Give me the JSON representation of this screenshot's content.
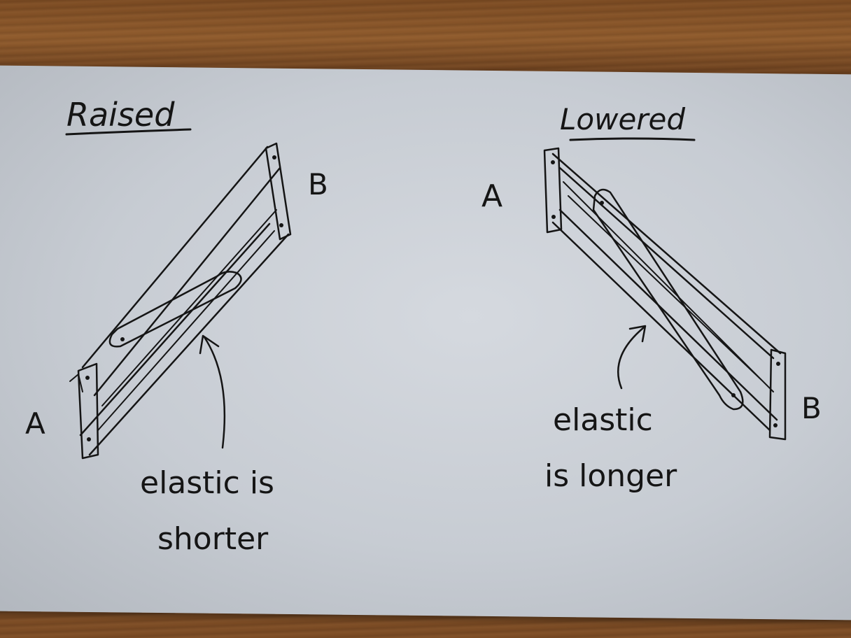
{
  "diagrams": {
    "raised": {
      "title": "Raised",
      "label_a": "A",
      "label_b": "B",
      "caption_line1": "elastic is",
      "caption_line2": "shorter"
    },
    "lowered": {
      "title": "Lowered",
      "label_a": "A",
      "label_b": "B",
      "caption_line1": "elastic",
      "caption_line2": "is longer"
    }
  },
  "colors": {
    "ink": "#151515",
    "card": "#c9cdd3",
    "wood": "#7b4b24"
  }
}
